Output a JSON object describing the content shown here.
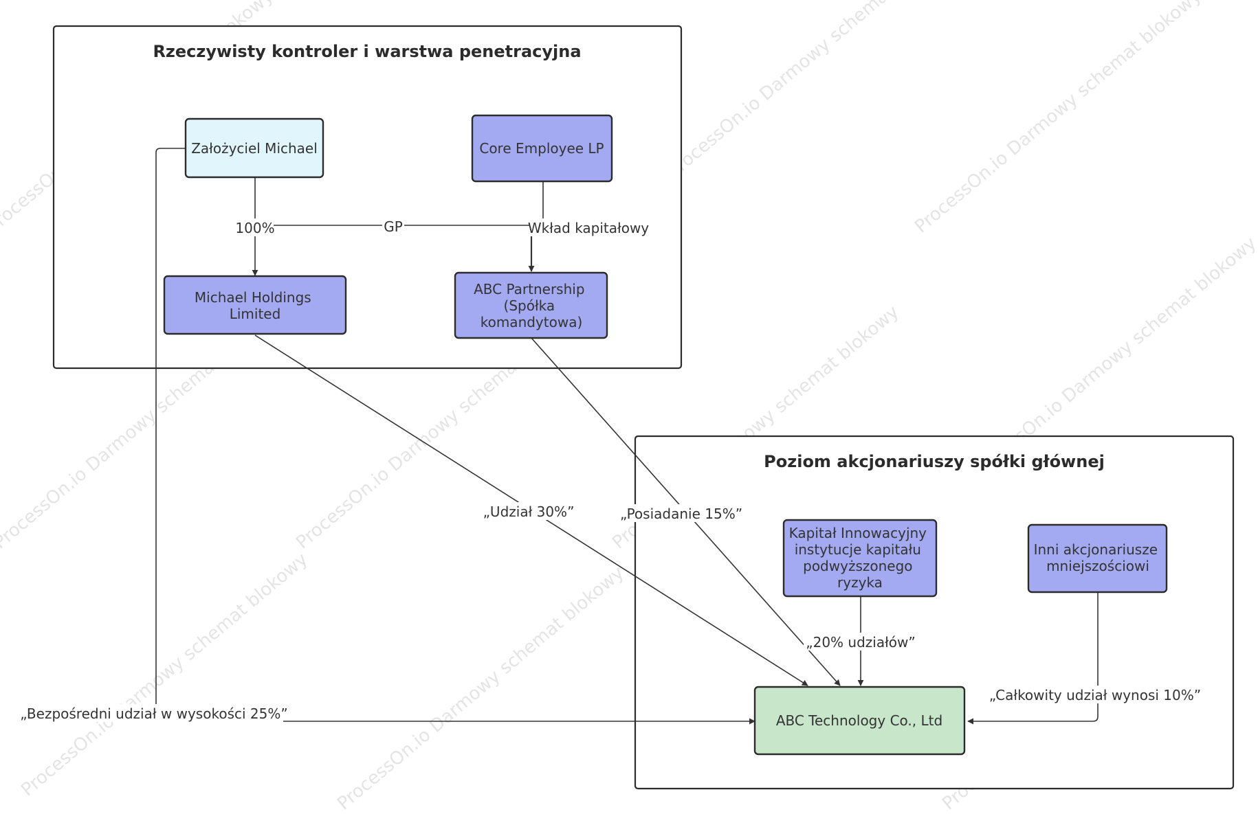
{
  "colors": {
    "founder_fill": "#e0f6fc",
    "entity_fill": "#a4aaf2",
    "target_fill": "#c8e6c9",
    "stroke": "#2b2b2b",
    "edge": "#333333"
  },
  "watermark": {
    "text": "ProcessOn.io Darmowy schemat blokowy"
  },
  "groups": [
    {
      "id": "controller-layer",
      "title": "Rzeczywisty kontroler i warstwa penetracyjna"
    },
    {
      "id": "shareholder-layer",
      "title": "Poziom akcjonariuszy spółki głównej"
    }
  ],
  "nodes": [
    {
      "id": "founder",
      "lines": [
        "Założyciel Michael"
      ],
      "color": "founder_fill"
    },
    {
      "id": "core-lp",
      "lines": [
        "Core Employee LP"
      ],
      "color": "entity_fill"
    },
    {
      "id": "michael-holdings",
      "lines": [
        "Michael Holdings",
        "Limited"
      ],
      "color": "entity_fill"
    },
    {
      "id": "abc-partnership",
      "lines": [
        "ABC Partnership",
        "(Spółka",
        "komandytowa)"
      ],
      "color": "entity_fill"
    },
    {
      "id": "innovation-capital",
      "lines": [
        "Kapitał Innowacyjny",
        "instytucje kapitału",
        "podwyższonego",
        "ryzyka"
      ],
      "color": "entity_fill"
    },
    {
      "id": "minority",
      "lines": [
        "Inni akcjonariusze",
        "mniejszościowi"
      ],
      "color": "entity_fill"
    },
    {
      "id": "abc-tech",
      "lines": [
        "ABC Technology Co., Ltd"
      ],
      "color": "target_fill"
    }
  ],
  "edges": [
    {
      "id": "founder-to-holdings",
      "label": "100%"
    },
    {
      "id": "founder-gp-partnership",
      "label": "GP"
    },
    {
      "id": "corelp-to-partnership",
      "label": "Wkład kapitałowy"
    },
    {
      "id": "holdings-to-tech",
      "label": "„Udział 30%”"
    },
    {
      "id": "partnership-to-tech",
      "label": "„Posiadanie 15%”"
    },
    {
      "id": "innovation-to-tech",
      "label": "„20% udziałów”"
    },
    {
      "id": "minority-to-tech",
      "label": "„Całkowity udział wynosi 10%”"
    },
    {
      "id": "founder-to-tech",
      "label": "„Bezpośredni udział w wysokości 25%”"
    }
  ]
}
